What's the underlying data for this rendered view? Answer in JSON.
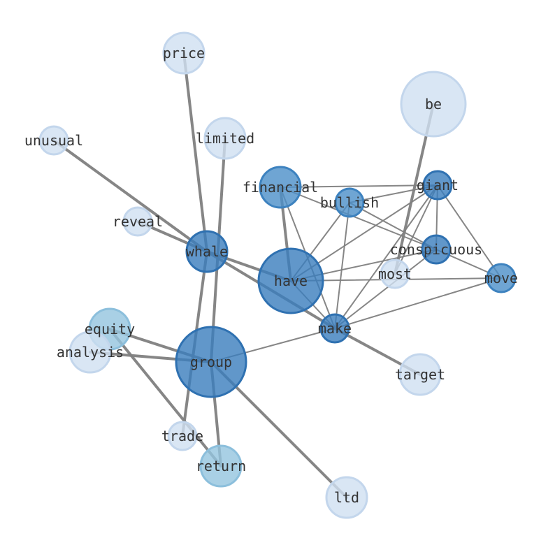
{
  "graph": {
    "colors": {
      "edge": "#7f7f7f",
      "label": "#333333"
    },
    "nodes": [
      {
        "id": "price",
        "label": "price",
        "tier": "light"
      },
      {
        "id": "be",
        "label": "be",
        "tier": "light"
      },
      {
        "id": "unusual",
        "label": "unusual",
        "tier": "light"
      },
      {
        "id": "limited",
        "label": "limited",
        "tier": "light"
      },
      {
        "id": "financial",
        "label": "financial",
        "tier": "mid"
      },
      {
        "id": "giant",
        "label": "giant",
        "tier": "dark"
      },
      {
        "id": "bullish",
        "label": "bullish",
        "tier": "mid"
      },
      {
        "id": "reveal",
        "label": "reveal",
        "tier": "light"
      },
      {
        "id": "whale",
        "label": "whale",
        "tier": "dark"
      },
      {
        "id": "conspicuous",
        "label": "conspicuous",
        "tier": "dark"
      },
      {
        "id": "most",
        "label": "most",
        "tier": "light"
      },
      {
        "id": "have",
        "label": "have",
        "tier": "dark"
      },
      {
        "id": "move",
        "label": "move",
        "tier": "mid"
      },
      {
        "id": "equity",
        "label": "equity",
        "tier": "pale"
      },
      {
        "id": "make",
        "label": "make",
        "tier": "dark"
      },
      {
        "id": "analysis",
        "label": "analysis",
        "tier": "light"
      },
      {
        "id": "group",
        "label": "group",
        "tier": "dark"
      },
      {
        "id": "target",
        "label": "target",
        "tier": "light"
      },
      {
        "id": "trade",
        "label": "trade",
        "tier": "light"
      },
      {
        "id": "return",
        "label": "return",
        "tier": "pale"
      },
      {
        "id": "ltd",
        "label": "ltd",
        "tier": "light"
      }
    ],
    "tiers": {
      "light": {
        "fill": "#cfe0f1",
        "stroke": "#c3d6ec"
      },
      "pale": {
        "fill": "#94c4df",
        "stroke": "#8cbfdc"
      },
      "mid": {
        "fill": "#4b8fc8",
        "stroke": "#3d82bf"
      },
      "dark": {
        "fill": "#3a7dbd",
        "stroke": "#2f71b1"
      }
    },
    "edges": [
      {
        "source": "price",
        "target": "whale",
        "weight": "heavy"
      },
      {
        "source": "unusual",
        "target": "whale",
        "weight": "heavy"
      },
      {
        "source": "limited",
        "target": "group",
        "weight": "heavy"
      },
      {
        "source": "be",
        "target": "most",
        "weight": "heavy"
      },
      {
        "source": "reveal",
        "target": "whale",
        "weight": "heavy"
      },
      {
        "source": "whale",
        "target": "have",
        "weight": "heavy"
      },
      {
        "source": "whale",
        "target": "make",
        "weight": "heavy"
      },
      {
        "source": "whale",
        "target": "trade",
        "weight": "heavy"
      },
      {
        "source": "financial",
        "target": "have",
        "weight": "heavy"
      },
      {
        "source": "make",
        "target": "target",
        "weight": "heavy"
      },
      {
        "source": "equity",
        "target": "group",
        "weight": "heavy"
      },
      {
        "source": "equity",
        "target": "return",
        "weight": "heavy"
      },
      {
        "source": "analysis",
        "target": "group",
        "weight": "heavy"
      },
      {
        "source": "group",
        "target": "return",
        "weight": "heavy"
      },
      {
        "source": "group",
        "target": "ltd",
        "weight": "heavy"
      },
      {
        "source": "financial",
        "target": "giant",
        "weight": "light"
      },
      {
        "source": "financial",
        "target": "conspicuous",
        "weight": "light"
      },
      {
        "source": "financial",
        "target": "make",
        "weight": "light"
      },
      {
        "source": "giant",
        "target": "bullish",
        "weight": "light"
      },
      {
        "source": "giant",
        "target": "conspicuous",
        "weight": "light"
      },
      {
        "source": "giant",
        "target": "have",
        "weight": "light"
      },
      {
        "source": "giant",
        "target": "make",
        "weight": "light"
      },
      {
        "source": "giant",
        "target": "move",
        "weight": "light"
      },
      {
        "source": "giant",
        "target": "most",
        "weight": "light"
      },
      {
        "source": "bullish",
        "target": "have",
        "weight": "light"
      },
      {
        "source": "bullish",
        "target": "make",
        "weight": "light"
      },
      {
        "source": "bullish",
        "target": "conspicuous",
        "weight": "light"
      },
      {
        "source": "conspicuous",
        "target": "have",
        "weight": "light"
      },
      {
        "source": "conspicuous",
        "target": "make",
        "weight": "light"
      },
      {
        "source": "conspicuous",
        "target": "move",
        "weight": "light"
      },
      {
        "source": "have",
        "target": "move",
        "weight": "light"
      },
      {
        "source": "have",
        "target": "make",
        "weight": "light"
      },
      {
        "source": "make",
        "target": "move",
        "weight": "light"
      },
      {
        "source": "make",
        "target": "group",
        "weight": "light"
      }
    ]
  }
}
